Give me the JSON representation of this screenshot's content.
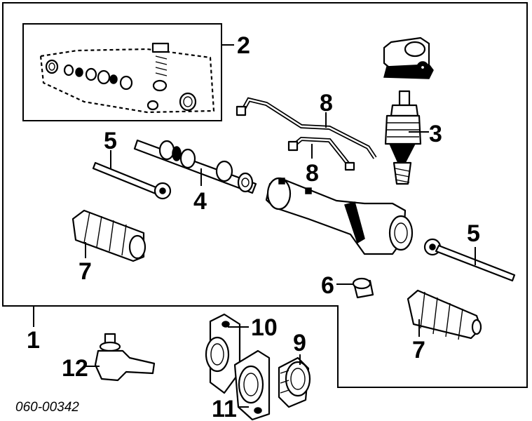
{
  "diagram": {
    "callouts": {
      "c1": "1",
      "c2": "2",
      "c3": "3",
      "c4": "4",
      "c5a": "5",
      "c5b": "5",
      "c6": "6",
      "c7a": "7",
      "c7b": "7",
      "c8a": "8",
      "c8b": "8",
      "c9": "9",
      "c10": "10",
      "c11": "11",
      "c12": "12"
    },
    "catalog_number": "060-00342"
  }
}
